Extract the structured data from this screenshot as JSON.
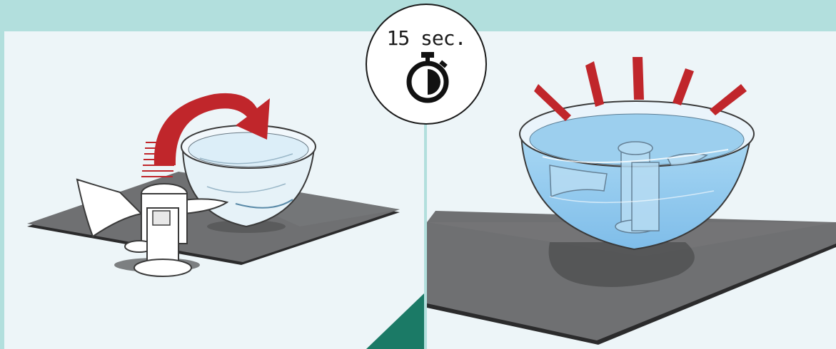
{
  "timer": {
    "label": "15 sec.",
    "icon": "stopwatch-icon"
  },
  "steps": [
    {
      "icon": "parts-into-bowl-illustration"
    },
    {
      "icon": "parts-soaking-in-bowl-illustration"
    }
  ],
  "colors": {
    "header_band": "#b2dfdd",
    "panel_background": "#edf5f8",
    "countertop": "#6f7072",
    "accent_arrow": "#c0262b",
    "water": "#8cc7ee",
    "corner_triangle": "#1b7a66"
  }
}
